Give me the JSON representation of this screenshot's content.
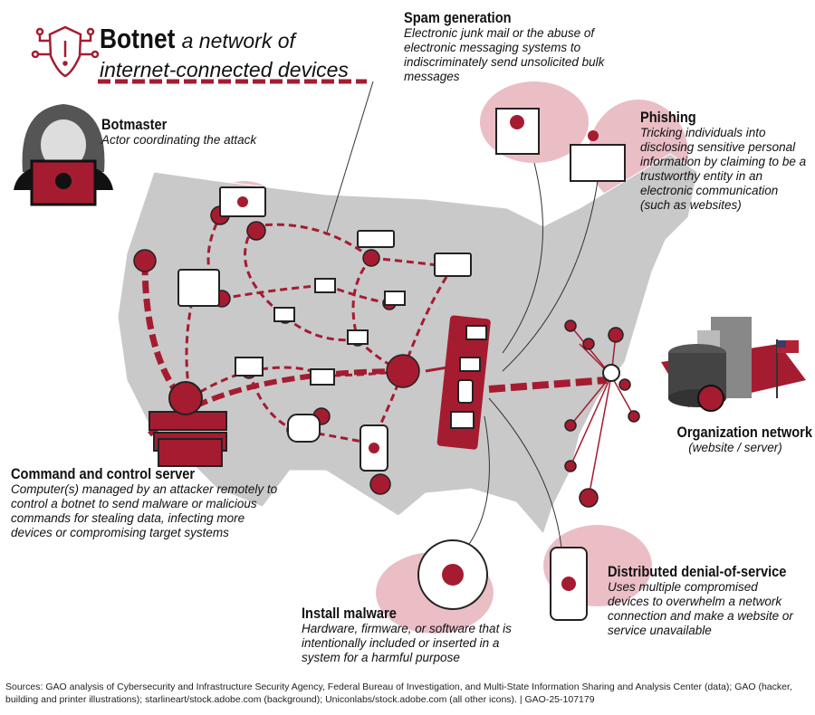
{
  "title": {
    "main": "Botnet",
    "sub_line1": "a network of",
    "sub_line2": "internet-connected devices"
  },
  "botmaster": {
    "heading": "Botmaster",
    "description": "Actor coordinating the attack"
  },
  "spam": {
    "heading": "Spam generation",
    "description": "Electronic junk mail or the abuse of electronic messaging systems to indiscriminately send unsolicited bulk messages"
  },
  "phishing": {
    "heading": "Phishing",
    "description": "Tricking individuals into disclosing sensitive personal information by claiming to be a trustworthy entity in an electronic communication (such as websites)"
  },
  "c2": {
    "heading": "Command and control server",
    "description": "Computer(s) managed by an attacker remotely to control a botnet to send malware or malicious commands for stealing data, infecting more devices or compromising target systems"
  },
  "org": {
    "heading": "Organization network",
    "description": "(website / server)"
  },
  "malware": {
    "heading": "Install malware",
    "description": "Hardware, firmware, or software that is intentionally included or inserted in a system for a harmful purpose"
  },
  "ddos": {
    "heading": "Distributed denial-of-service",
    "description": "Uses multiple compromised devices to overwhelm a network connection and make a website or service unavailable"
  },
  "sources": "Sources: GAO analysis of Cybersecurity and Infrastructure Security Agency, Federal Bureau of Investigation, and Multi-State Information Sharing and Analysis Center (data); GAO (hacker, building and printer illustrations); starlineart/stock.adobe.com (background); Uniconlabs/stock.adobe.com (all other icons).  |  GAO-25-107179",
  "colors": {
    "accent": "#a51c30",
    "blob": "#e4a9b3",
    "map": "#c8c8c8"
  }
}
